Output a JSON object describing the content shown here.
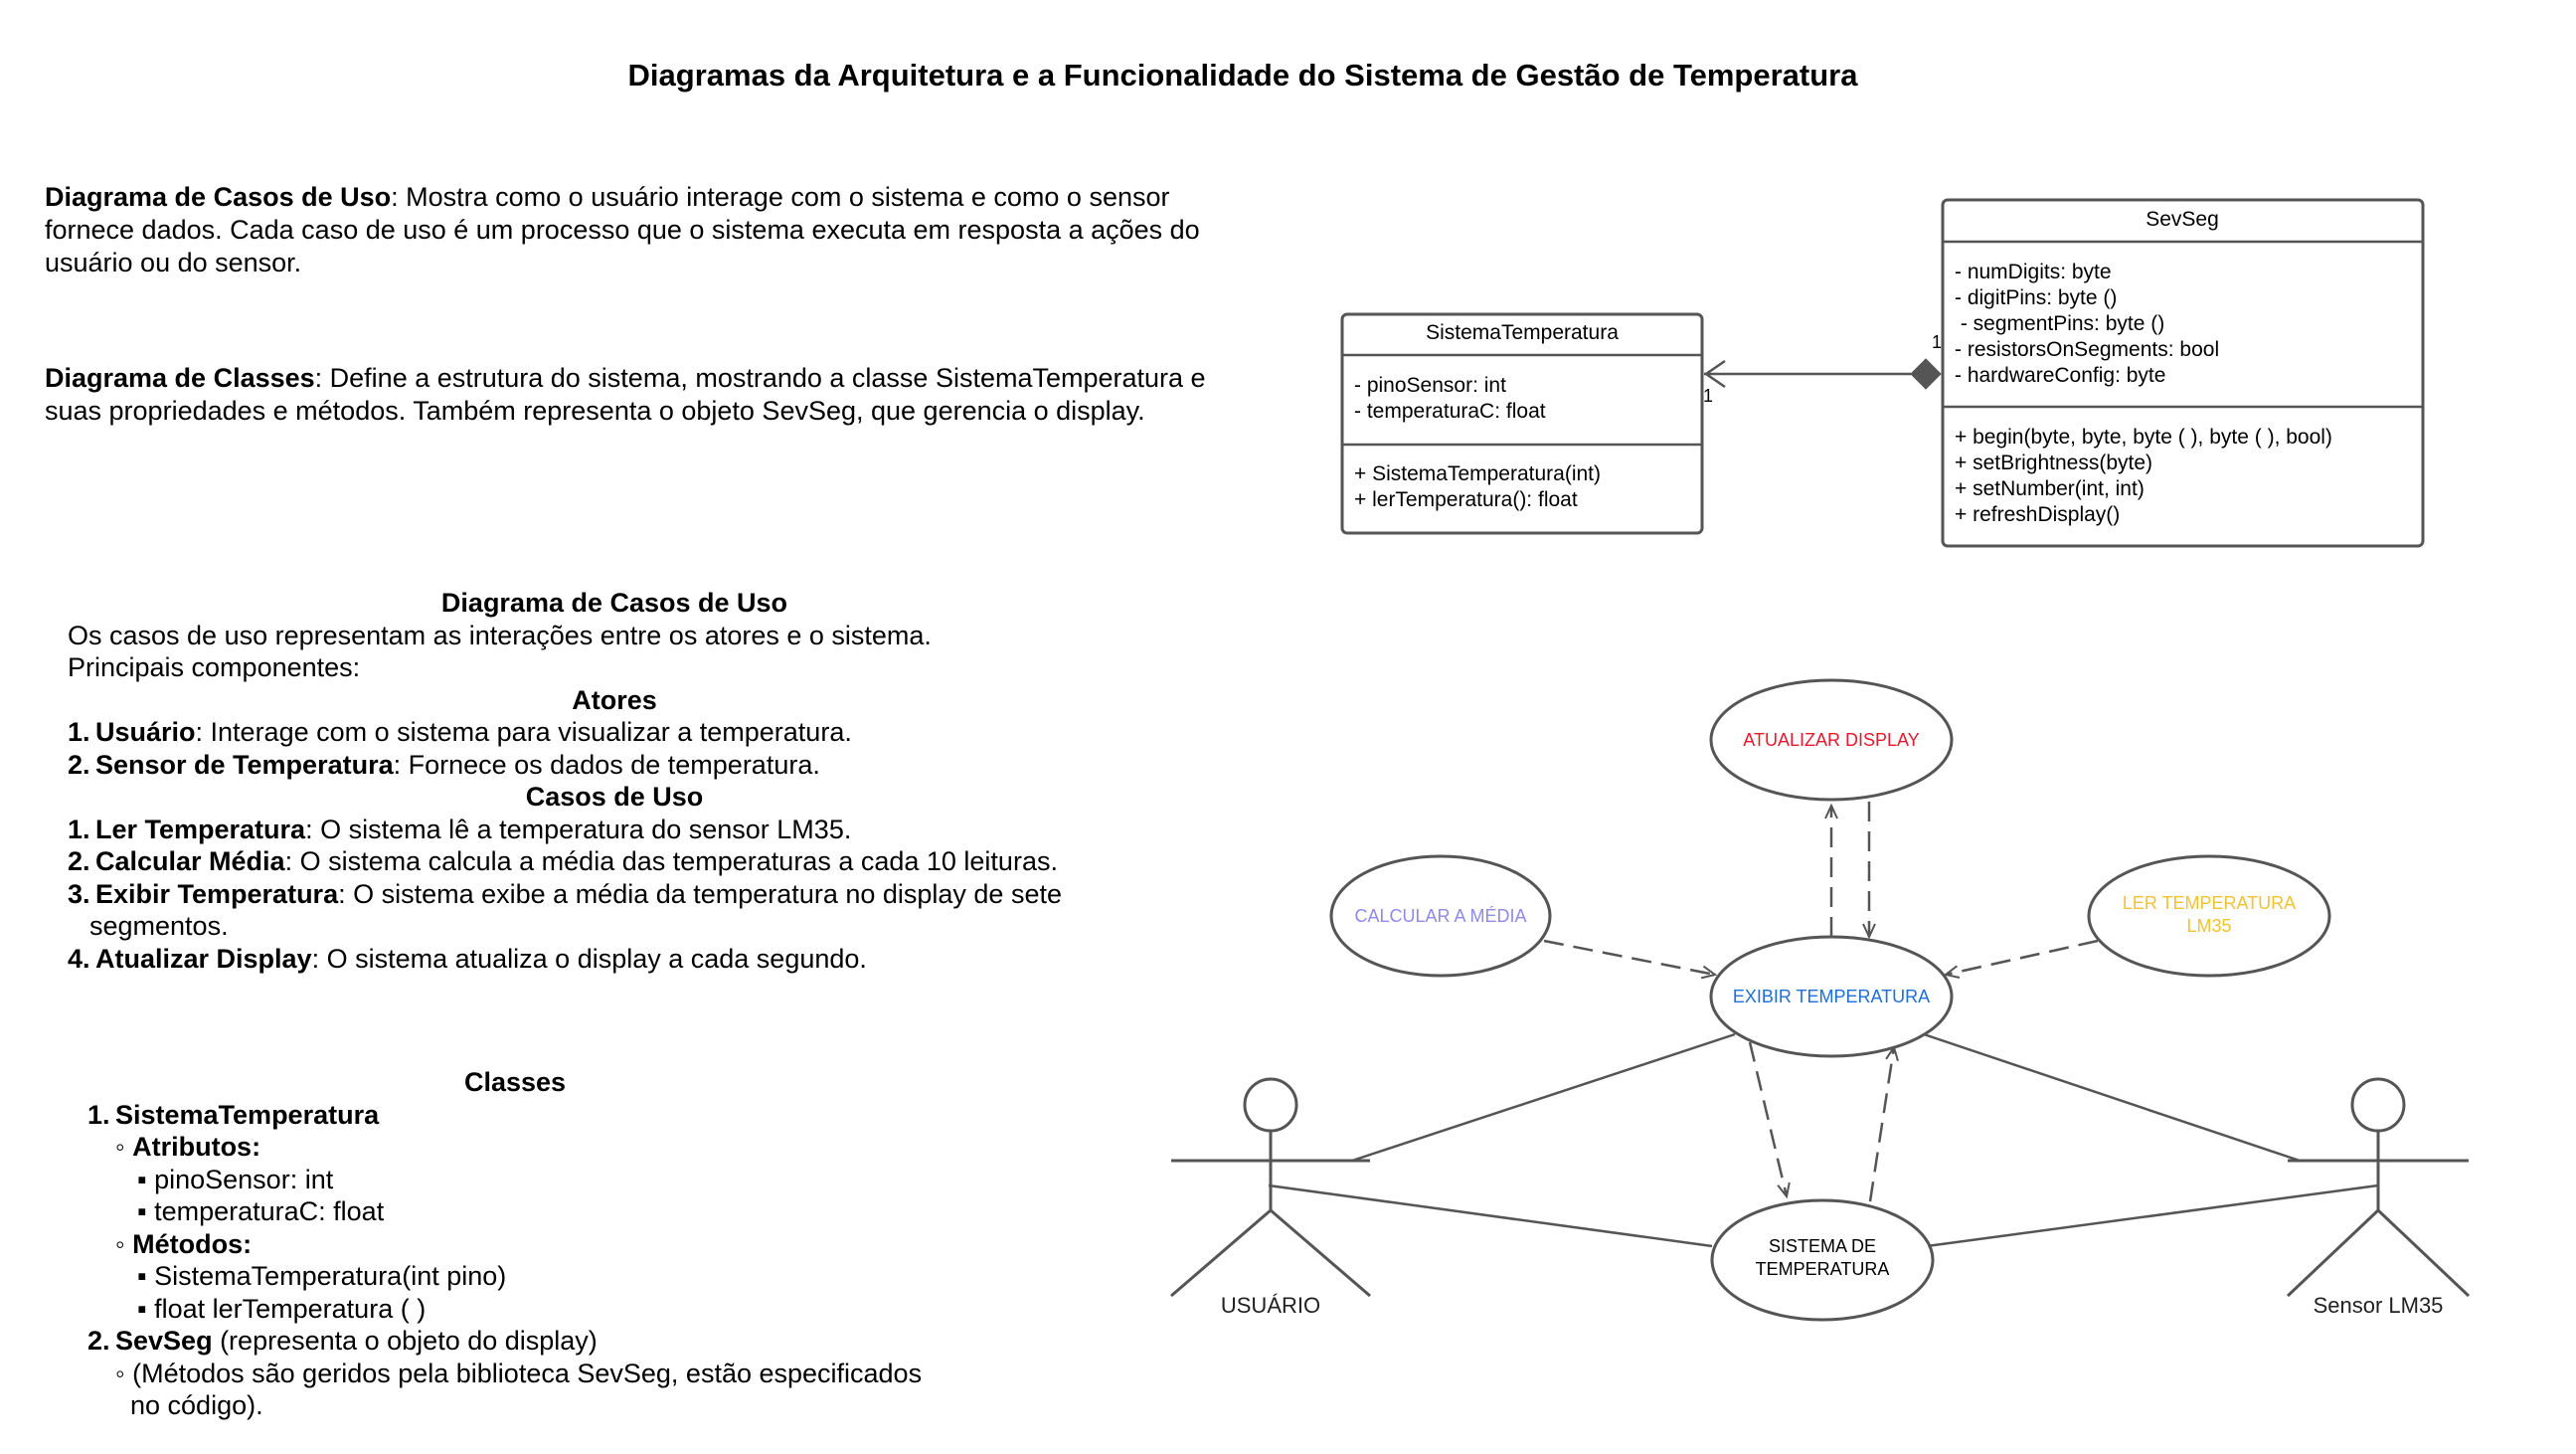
{
  "title": "Diagramas da Arquitetura e a Funcionalidade do Sistema de Gestão de Temperatura",
  "intro": {
    "use_case": {
      "label": "Diagrama de Casos de Uso",
      "text": ": Mostra como o usuário interage com o sistema e como o sensor fornece dados. Cada caso de uso é um processo que o sistema executa em resposta a ações do usuário ou do sensor."
    },
    "classes": {
      "label": "Diagrama de Classes",
      "text": ": Define a estrutura do sistema, mostrando a classe SistemaTemperatura e suas propriedades e métodos. Também representa o objeto SevSeg, que gerencia o display."
    }
  },
  "use_case_section": {
    "heading": "Diagrama de Casos de Uso",
    "line1": "Os casos de uso representam as interações entre os atores e o sistema.",
    "line2": "Principais componentes:",
    "actors_heading": "Atores",
    "actors": [
      {
        "num": "1.",
        "name": "Usuário",
        "desc": ": Interage com o sistema para visualizar a temperatura."
      },
      {
        "num": "2.",
        "name": "Sensor de Temperatura",
        "desc": ": Fornece os dados de temperatura."
      }
    ],
    "cases_heading": "Casos de Uso",
    "cases": [
      {
        "num": "1.",
        "name": "Ler Temperatura",
        "desc": ": O sistema lê a temperatura do sensor LM35."
      },
      {
        "num": "2.",
        "name": "Calcular Média",
        "desc": ": O sistema calcula a média das temperaturas a cada 10 leituras."
      },
      {
        "num": "3.",
        "name": "Exibir Temperatura",
        "desc": ": O sistema exibe a média da temperatura no display de sete",
        "cont": "segmentos."
      },
      {
        "num": "4.",
        "name": "Atualizar Display",
        "desc": ": O sistema atualiza o display a cada segundo."
      }
    ]
  },
  "classes_section": {
    "heading": "Classes",
    "c1_num": "1.",
    "c1_name": "SistemaTemperatura",
    "attr_heading": "Atributos:",
    "attrs": [
      "pinoSensor: int",
      "temperaturaC: float"
    ],
    "meth_heading": "Métodos:",
    "methods": [
      "SistemaTemperatura(int pino)",
      "float lerTemperatura ( )"
    ],
    "c2_num": "2.",
    "c2_name": "SevSeg",
    "c2_desc": " (representa o objeto do display)",
    "note_line1": "(Métodos são geridos pela biblioteca SevSeg, estão especificados",
    "note_line2": "no código)."
  },
  "bullets": {
    "circle": "◦",
    "square": "▪"
  },
  "class_diagram": {
    "sistema": {
      "name": "SistemaTemperatura",
      "attrs": [
        "- pinoSensor: int",
        "- temperaturaC: float"
      ],
      "methods": [
        "+ SistemaTemperatura(int)",
        "+ lerTemperatura(): float"
      ]
    },
    "sevseg": {
      "name": "SevSeg",
      "attrs": [
        "- numDigits: byte",
        "- digitPins: byte ()",
        " - segmentPins: byte ()",
        "- resistorsOnSegments: bool",
        "- hardwareConfig: byte"
      ],
      "methods": [
        "+ begin(byte, byte, byte ( ), byte ( ), bool)",
        "+ setBrightness(byte)",
        "+ setNumber(int, int)",
        "+ refreshDisplay()"
      ]
    },
    "mult_left": "1",
    "mult_right": "1"
  },
  "use_case_diagram": {
    "atualizar": {
      "label": "ATUALIZAR DISPLAY",
      "color": "#e8192c"
    },
    "calcular": {
      "label": "CALCULAR A MÉDIA",
      "color": "#8f8ae8"
    },
    "ler": {
      "line1": "LER TEMPERATURA",
      "line2": "LM35",
      "color": "#f1c232"
    },
    "exibir": {
      "label": "EXIBIR TEMPERATURA",
      "color": "#1e6fd9"
    },
    "sistema": {
      "line1": "SISTEMA DE",
      "line2": "TEMPERATURA",
      "color": "#000000"
    },
    "actor_left": "USUÁRIO",
    "actor_right": "Sensor LM35"
  },
  "colors": {
    "stroke": "#555555"
  }
}
